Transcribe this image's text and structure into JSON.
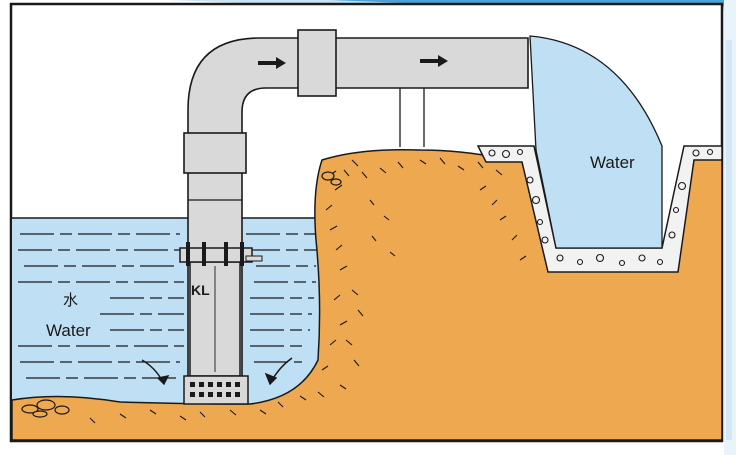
{
  "labels": {
    "water_cn": "水",
    "water_left": "Water",
    "pump_model": "KL",
    "water_right": "Water"
  },
  "colors": {
    "water": "#bfe0f4",
    "soil": "#eea850",
    "pipe": "#d9d9d9",
    "outline": "#1a1a1a",
    "concrete": "#f2f2f2",
    "banner": "#4aa3d8"
  },
  "icons": {
    "flow_arrows": "arrow-right",
    "intake_arrows": "arrow-down-diagonal"
  }
}
